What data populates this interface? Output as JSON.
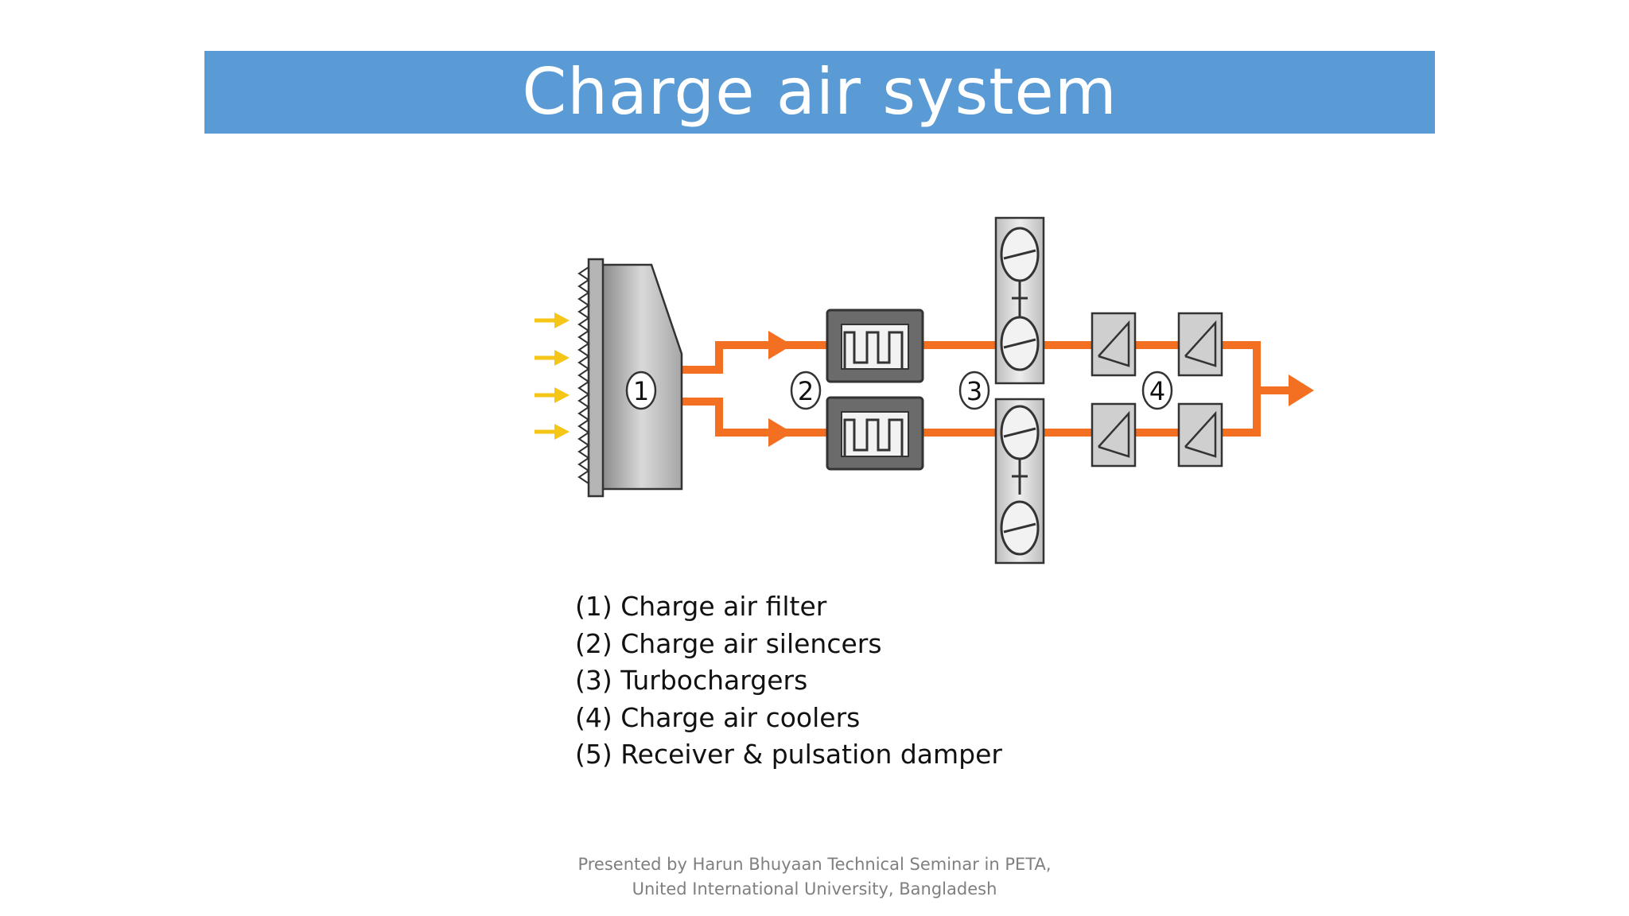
{
  "slide": {
    "title": "Charge air system"
  },
  "diagram": {
    "labels": {
      "filter": "1",
      "silencers": "2",
      "turbochargers": "3",
      "coolers": "4"
    },
    "colors": {
      "flow": "#f36f21",
      "intake_arrows": "#f5c518",
      "component_fill": "#6b6b6b",
      "component_outline": "#333333"
    }
  },
  "legend": {
    "items": [
      "(1) Charge air filter",
      "(2) Charge air silencers",
      "(3) Turbochargers",
      "(4) Charge air coolers",
      "(5) Receiver & pulsation damper"
    ]
  },
  "footer": {
    "line1": "Presented by Harun Bhuyaan  Technical Seminar in PETA,",
    "line2": "United International University, Bangladesh"
  }
}
